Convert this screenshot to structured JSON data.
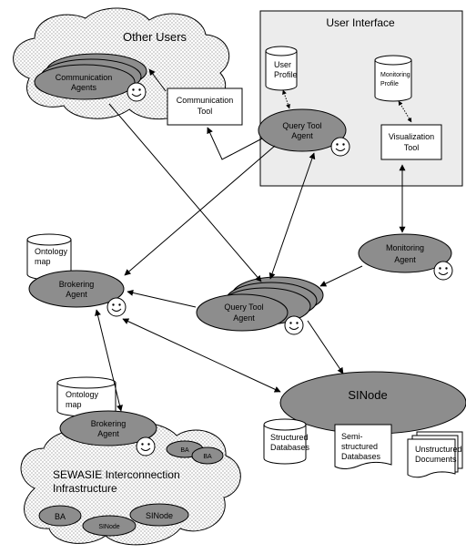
{
  "diagram": {
    "user_interface": {
      "title": "User Interface",
      "user_profile": [
        "User",
        "Profile"
      ],
      "monitoring_profile": [
        "Monitoring",
        "Profile"
      ],
      "query_tool_agent": [
        "Query Tool",
        "Agent"
      ],
      "visualization_tool": [
        "Visualization",
        "Tool"
      ]
    },
    "other_users": {
      "title": "Other Users",
      "communication_agents": [
        "Communication",
        "Agents"
      ],
      "communication_tool": [
        "Communication",
        "Tool"
      ]
    },
    "ontology_map_top": [
      "Ontology",
      "map"
    ],
    "brokering_agent_top": [
      "Brokering",
      "Agent"
    ],
    "query_tool_agent_center": [
      "Query Tool",
      "Agent"
    ],
    "monitoring_agent": [
      "Monitoring",
      "Agent"
    ],
    "sinode": {
      "title": "SINode",
      "structured_db": [
        "Structured",
        "Databases"
      ],
      "semi_db": [
        "Semi-",
        "structured",
        "Databases"
      ],
      "unstructured_docs": [
        "Unstructured",
        "Documents"
      ]
    },
    "sewasie": {
      "ontology_map": [
        "Ontology",
        "map"
      ],
      "brokering_agent": [
        "Brokering",
        "Agent"
      ],
      "title": [
        "SEWASIE Interconnection",
        "Infrastructure"
      ],
      "ba_small_1": "BA",
      "ba_small_2": "BA",
      "ba_left": "BA",
      "sinode_mid": "SINode",
      "sinode_right": "SINode"
    }
  }
}
